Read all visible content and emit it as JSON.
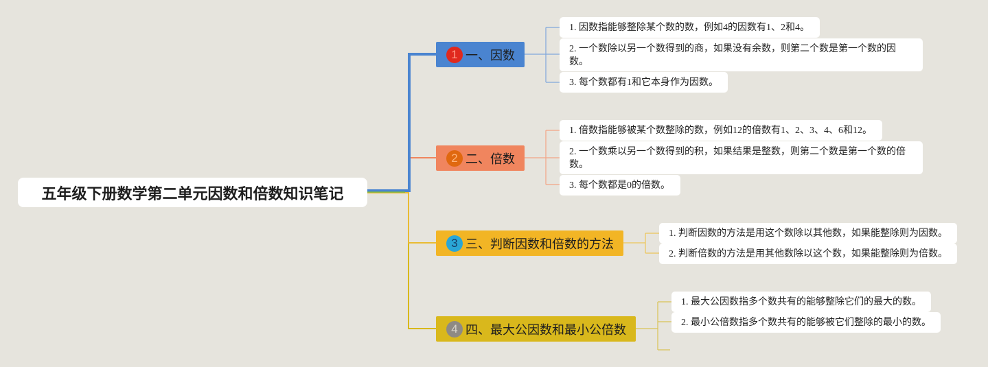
{
  "root": {
    "title": "五年级下册数学第二单元因数和倍数知识笔记"
  },
  "branches": [
    {
      "badge": "1",
      "label": "一、因数",
      "color": "#4a84d0",
      "badge_color": "#e0291e",
      "items": [
        "1. 因数指能够整除某个数的数，例如4的因数有1、2和4。",
        "2. 一个数除以另一个数得到的商，如果没有余数，则第二个数是第一个数的因数。",
        "3. 每个数都有1和它本身作为因数。"
      ]
    },
    {
      "badge": "2",
      "label": "二、倍数",
      "color": "#f0855e",
      "badge_color": "#e0680f",
      "items": [
        "1. 倍数指能够被某个数整除的数，例如12的倍数有1、2、3、4、6和12。",
        "2. 一个数乘以另一个数得到的积，如果结果是整数，则第二个数是第一个数的倍数。",
        "3. 每个数都是0的倍数。"
      ]
    },
    {
      "badge": "3",
      "label": "三、判断因数和倍数的方法",
      "color": "#f2b525",
      "badge_color": "#2aa6d6",
      "items": [
        "1. 判断因数的方法是用这个数除以其他数，如果能整除则为因数。",
        "2. 判断倍数的方法是用其他数除以这个数，如果能整除则为倍数。"
      ]
    },
    {
      "badge": "4",
      "label": "四、最大公因数和最小公倍数",
      "color": "#d9b81c",
      "badge_color": "#8e8a84",
      "items": [
        "1. 最大公因数指多个数共有的能够整除它们的最大的数。",
        "2. 最小公倍数指多个数共有的能够被它们整除的最小的数。"
      ]
    }
  ]
}
